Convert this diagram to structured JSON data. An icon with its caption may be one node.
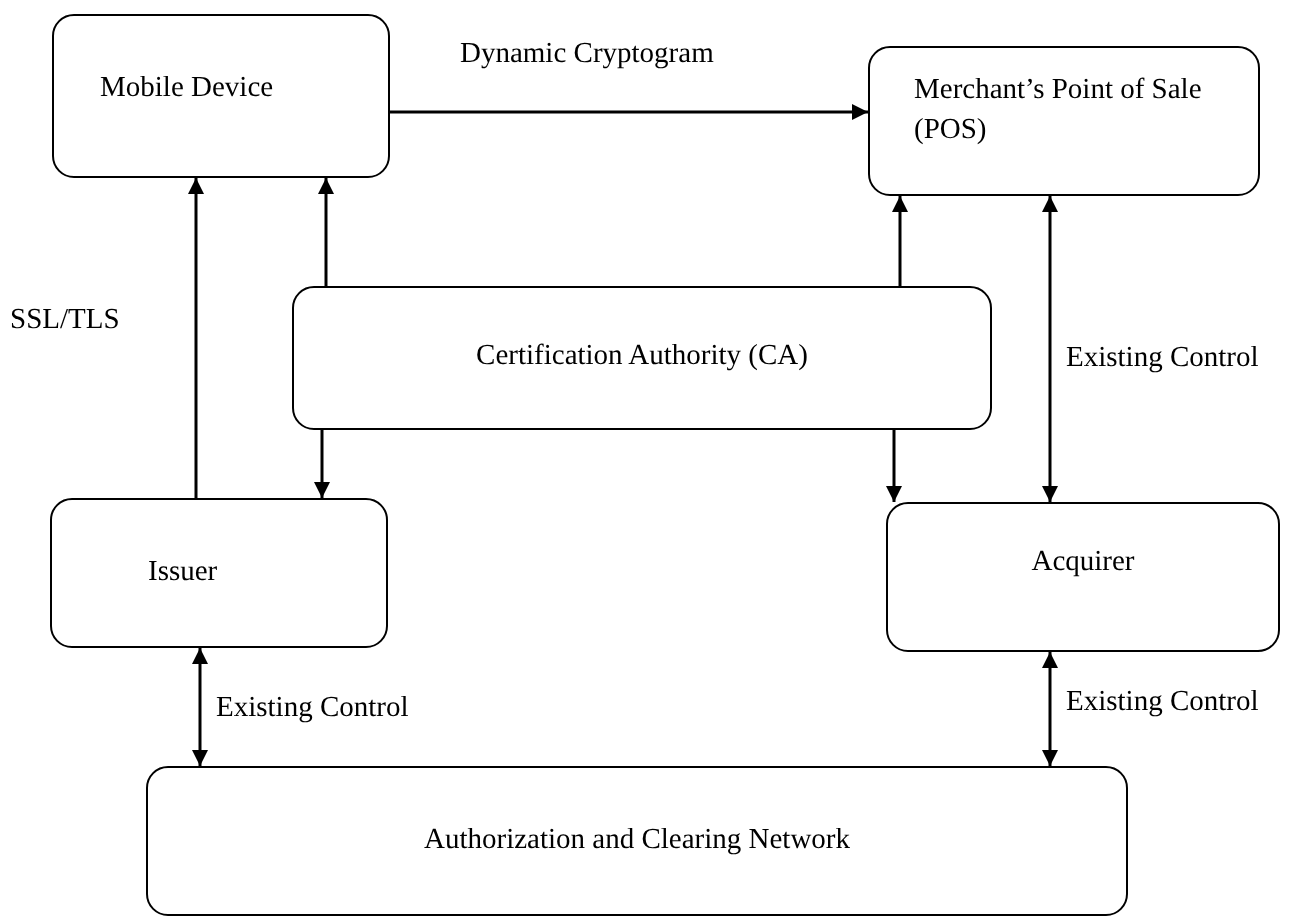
{
  "diagram": {
    "nodes": [
      {
        "text": [
          "Mobile Device"
        ]
      },
      {
        "text": [
          "Merchant’s Point of Sale (POS)"
        ]
      },
      {
        "text": [
          "Certification Authority (CA)"
        ]
      },
      {
        "text": [
          "Issuer"
        ]
      },
      {
        "text": [
          "Acquirer"
        ]
      },
      {
        "text": [
          "Authorization and Clearing Network"
        ]
      }
    ],
    "edges": [
      {
        "from": 0,
        "to": 1,
        "arrow": "to",
        "label": "Dynamic Cryptogram"
      },
      {
        "from": 3,
        "to": 0,
        "arrow": "to",
        "label": "SSL/TLS"
      },
      {
        "from": 2,
        "to": 0,
        "arrow": "to"
      },
      {
        "from": 2,
        "to": 3,
        "arrow": "to"
      },
      {
        "from": 2,
        "to": 1,
        "arrow": "to"
      },
      {
        "from": 2,
        "to": 4,
        "arrow": "to"
      },
      {
        "from": 1,
        "to": 4,
        "arrow": "both",
        "label": "Existing Control"
      },
      {
        "from": 3,
        "to": 5,
        "arrow": "both",
        "label": "Existing Control"
      },
      {
        "from": 4,
        "to": 5,
        "arrow": "both",
        "label": "Existing Control"
      }
    ]
  }
}
